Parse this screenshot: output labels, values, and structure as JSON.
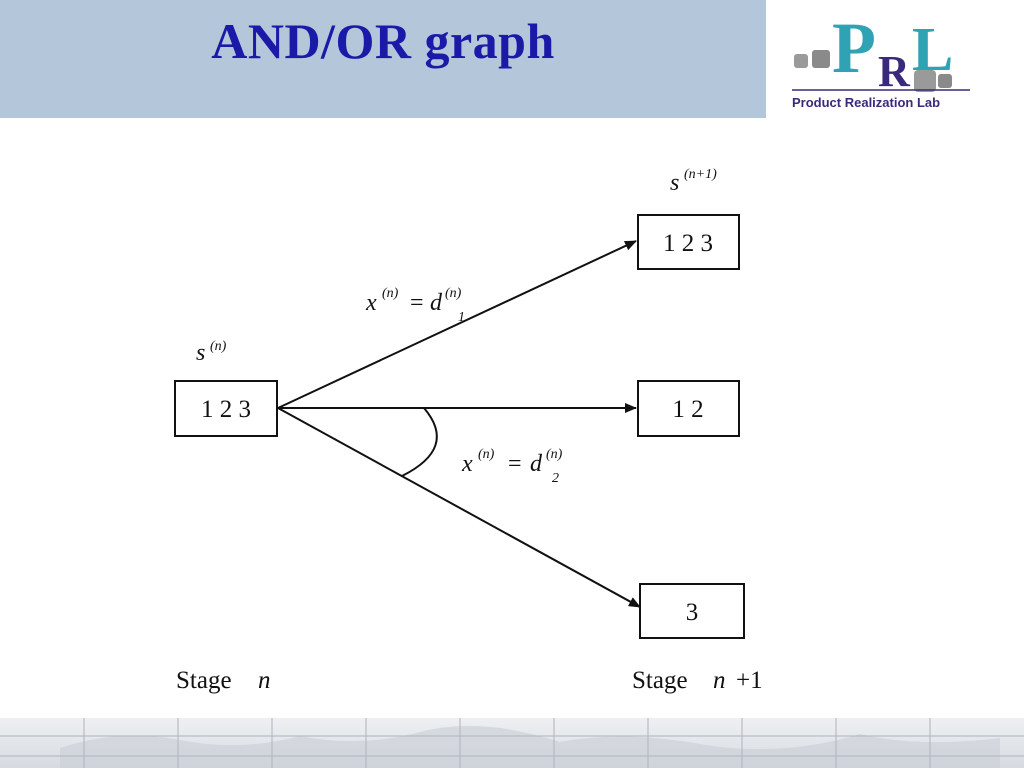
{
  "header": {
    "title": "AND/OR graph",
    "logo": {
      "letters": "PRL",
      "caption": "Product Realization Lab",
      "colors": {
        "p": "#2fa3b3",
        "r": "#3a2a7a",
        "l": "#2fa3b3",
        "squares": "#8a8a8a"
      }
    }
  },
  "diagram": {
    "left_state": {
      "symbol": "s",
      "superscript": "(n)",
      "label": "1 2 3"
    },
    "right_states": [
      {
        "label": "1 2 3"
      },
      {
        "label": "1 2"
      },
      {
        "label": "3"
      }
    ],
    "right_symbol": {
      "symbol": "s",
      "superscript": "(n+1)"
    },
    "edge_labels": [
      {
        "var": "x",
        "var_sup": "(n)",
        "eq": "=",
        "dec": "d",
        "dec_sup": "(n)",
        "dec_sub": "1"
      },
      {
        "var": "x",
        "var_sup": "(n)",
        "eq": "=",
        "dec": "d",
        "dec_sup": "(n)",
        "dec_sub": "2"
      }
    ],
    "stage_left": {
      "word": "Stage",
      "var": "n"
    },
    "stage_right": {
      "word": "Stage",
      "var": "n",
      "suffix": "+1"
    }
  },
  "colors": {
    "title": "#1a1aa8",
    "header_band": "#b4c6da",
    "lines": "#111111"
  }
}
